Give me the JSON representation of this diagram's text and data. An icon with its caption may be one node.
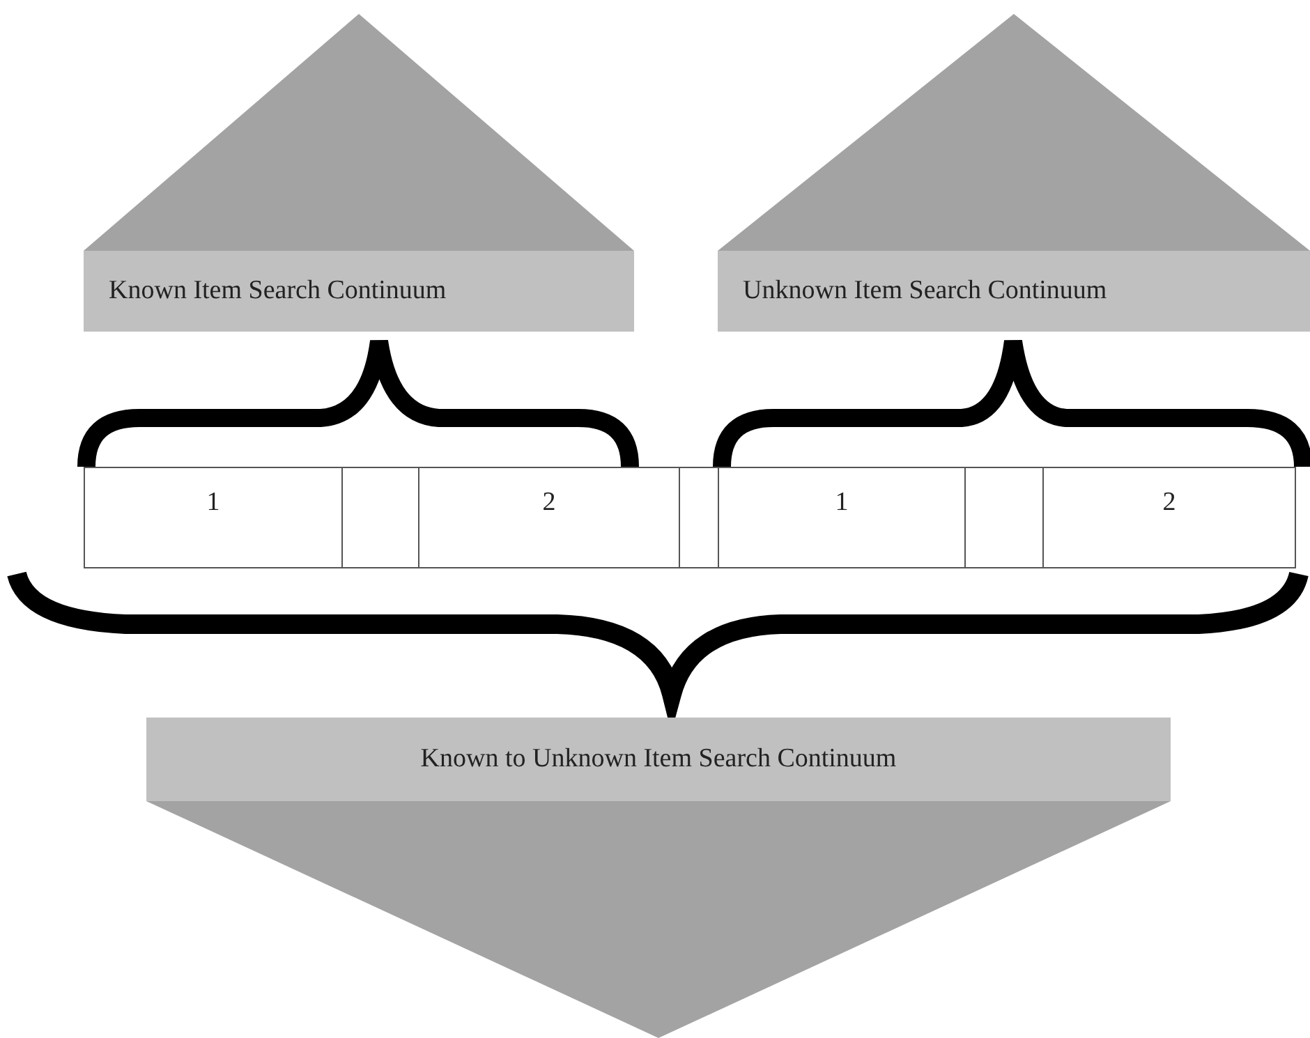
{
  "diagram": {
    "nodes": [
      {
        "text": [],
        "shape": "triangle"
      },
      {
        "text": [],
        "shape": "triangle"
      },
      {
        "text": [
          "Known Item Search Continuum"
        ]
      },
      {
        "text": [
          "Unknown Item Search Continuum"
        ]
      },
      {
        "text": [
          "1"
        ]
      },
      {
        "text": [],
        "shape": "box"
      },
      {
        "text": [
          "2"
        ]
      },
      {
        "text": [],
        "shape": "box"
      },
      {
        "text": [
          "1"
        ]
      },
      {
        "text": [],
        "shape": "box"
      },
      {
        "text": [
          "2"
        ]
      },
      {
        "text": [
          "Known to Unknown Item Search Continuum"
        ]
      },
      {
        "text": [],
        "shape": "triangle"
      }
    ],
    "edges": []
  }
}
